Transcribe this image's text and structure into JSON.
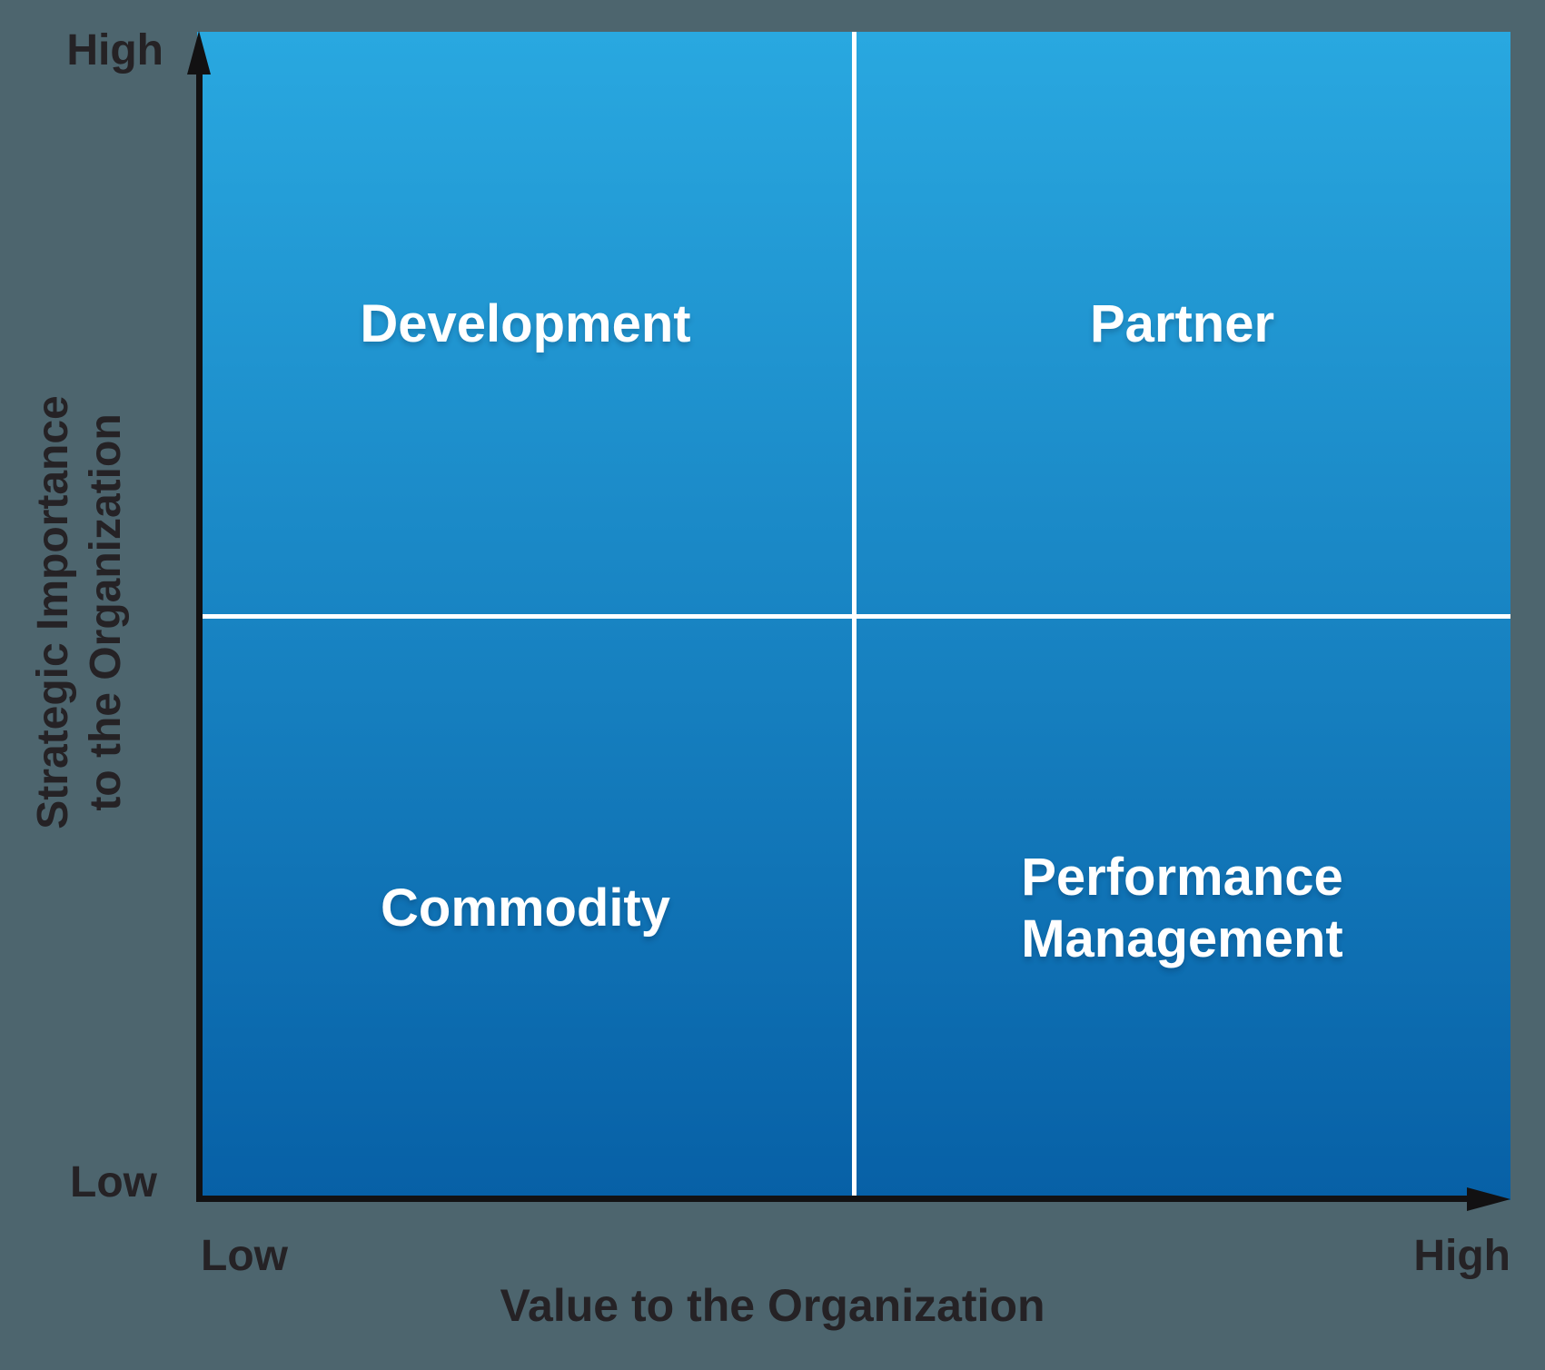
{
  "diagram": {
    "quadrants": {
      "top_left": {
        "label": "Development"
      },
      "top_right": {
        "label": "Partner"
      },
      "bottom_left": {
        "label": "Commodity"
      },
      "bottom_right": {
        "label": "Performance Management",
        "line1": "Performance",
        "line2": "Management"
      }
    },
    "y_axis": {
      "title_line1": "Strategic Importance",
      "title_line2": "to the Organization",
      "top_label": "High",
      "bottom_label": "Low"
    },
    "x_axis": {
      "title": "Value to the Organization",
      "left_label": "Low",
      "right_label": "High"
    }
  },
  "colors": {
    "background": "#4D656E",
    "gradient_top": "#29A8E0",
    "gradient_bottom": "#0760A6",
    "divider_white": "#FFFFFF",
    "label_white": "#FFFFFF",
    "axis_black": "#121112",
    "text_dark": "#252225"
  },
  "chart_data": {
    "type": "quadrant-matrix",
    "xlabel": "Value to the Organization",
    "ylabel": "Strategic Importance to the Organization",
    "x_range_labels": [
      "Low",
      "High"
    ],
    "y_range_labels": [
      "Low",
      "High"
    ],
    "quadrants": [
      {
        "position": "top-left",
        "x": "low",
        "y": "high",
        "label": "Development"
      },
      {
        "position": "top-right",
        "x": "high",
        "y": "high",
        "label": "Partner"
      },
      {
        "position": "bottom-left",
        "x": "low",
        "y": "low",
        "label": "Commodity"
      },
      {
        "position": "bottom-right",
        "x": "high",
        "y": "low",
        "label": "Performance Management"
      }
    ],
    "legend": "none",
    "grid": "2x2 white divider lines"
  }
}
